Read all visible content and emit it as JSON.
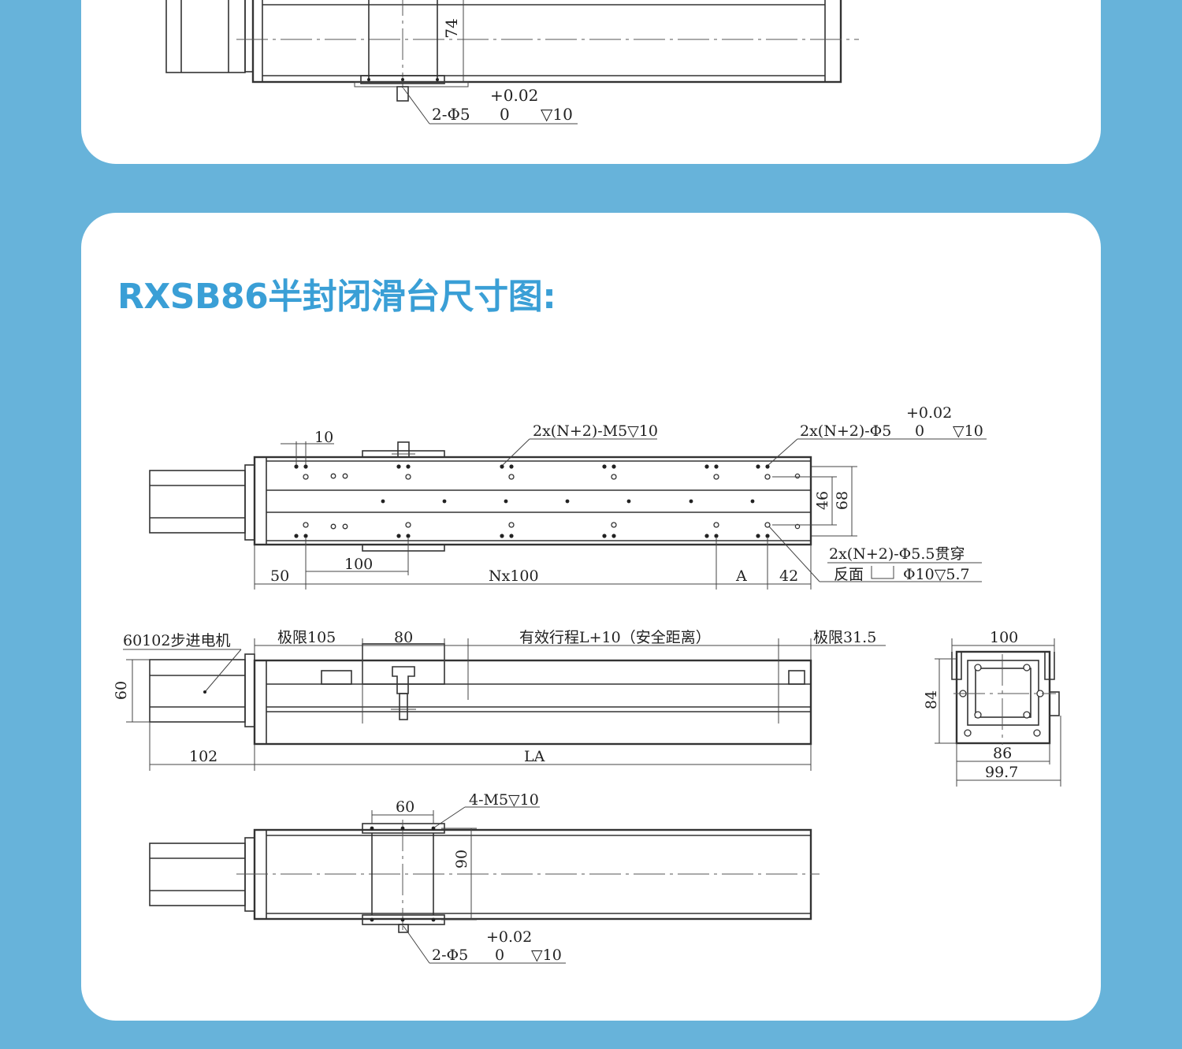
{
  "top_card": {
    "dim_74": "74",
    "tol_plus": "+0.02",
    "hole_spec": "2-Φ5",
    "tol_zero": "0",
    "depth": "▽10"
  },
  "main_card": {
    "title": "RXSB86半封闭滑台尺寸图:",
    "view1": {
      "dim_10": "10",
      "m5_callout": "2x(N+2)-M5▽10",
      "tol_plus": "+0.02",
      "phi5_callout": "2x(N+2)-Φ5",
      "tol_zero": "0",
      "phi5_depth": "▽10",
      "dim_46": "46",
      "dim_68": "68",
      "through_callout": "2x(N+2)-Φ5.5贯穿",
      "counterbore_callout": "反面",
      "counterbore_spec": "Φ10▽5.7",
      "dim_50": "50",
      "dim_100": "100",
      "dim_nx100": "Nx100",
      "dim_a": "A",
      "dim_42": "42"
    },
    "view2": {
      "motor_label": "60102步进电机",
      "limit_105": "极限105",
      "dim_80": "80",
      "stroke_label": "有效行程L+10（安全距离）",
      "limit_31_5": "极限31.5",
      "dim_60": "60",
      "dim_102": "102",
      "dim_la": "LA"
    },
    "end_view": {
      "dim_100": "100",
      "dim_84": "84",
      "dim_86": "86",
      "dim_99_7": "99.7"
    },
    "view3": {
      "dim_60": "60",
      "m5_callout": "4-M5▽10",
      "dim_90": "90",
      "tol_plus": "+0.02",
      "hole_spec": "2-Φ5",
      "tol_zero": "0",
      "depth": "▽10"
    }
  }
}
